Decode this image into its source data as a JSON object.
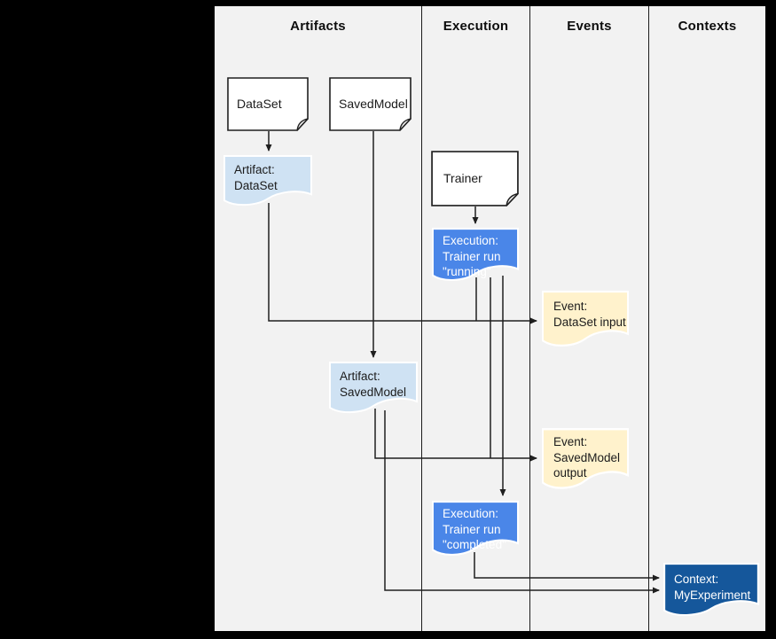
{
  "header": {
    "columns": [
      "Artifacts",
      "Execution",
      "Events",
      "Contexts"
    ]
  },
  "nodes": {
    "dataset": {
      "label": "DataSet"
    },
    "savedmodel": {
      "label": "SavedModel"
    },
    "trainer": {
      "label": "Trainer"
    },
    "artifact_dataset": {
      "line1": "Artifact:",
      "line2": "DataSet"
    },
    "execution_running": {
      "line1": "Execution:",
      "line2": "Trainer run",
      "line3": "\"running\""
    },
    "event_dataset_input": {
      "line1": "Event:",
      "line2": "DataSet input"
    },
    "artifact_savedmodel": {
      "line1": "Artifact:",
      "line2": "SavedModel"
    },
    "event_savedmodel_output": {
      "line1": "Event:",
      "line2": "SavedModel",
      "line3": "output"
    },
    "execution_completed": {
      "line1": "Execution:",
      "line2": "Trainer run",
      "line3": "\"completed\""
    },
    "context": {
      "line1": "Context:",
      "line2": "MyExperiment"
    }
  },
  "edges": [
    {
      "from": "DataSet",
      "to": "Artifact: DataSet"
    },
    {
      "from": "SavedModel",
      "to": "Artifact: SavedModel"
    },
    {
      "from": "Trainer",
      "to": "Execution: Trainer run \"running\""
    },
    {
      "from": "Artifact: DataSet",
      "to": "Event: DataSet input"
    },
    {
      "from": "Execution: Trainer run \"running\"",
      "to": "Event: DataSet input"
    },
    {
      "from": "Artifact: SavedModel",
      "to": "Event: SavedModel output"
    },
    {
      "from": "Execution: Trainer run \"running\"",
      "to": "Event: SavedModel output"
    },
    {
      "from": "Execution: Trainer run \"running\"",
      "to": "Execution: Trainer run \"completed\""
    },
    {
      "from": "Execution: Trainer run \"completed\"",
      "to": "Context: MyExperiment"
    },
    {
      "from": "Artifact: SavedModel",
      "to": "Context: MyExperiment"
    }
  ],
  "colors": {
    "artifact_fill": "#cfe2f3",
    "execution_fill": "#4a86e8",
    "event_fill": "#fff2cc",
    "context_fill": "#15579b",
    "doc_fill": "#ffffff",
    "fold_fill": "#e8e8e8",
    "line": "#1f1f1f",
    "shape_stroke": "#ffffff",
    "canvas_bg": "#f2f2f2"
  }
}
